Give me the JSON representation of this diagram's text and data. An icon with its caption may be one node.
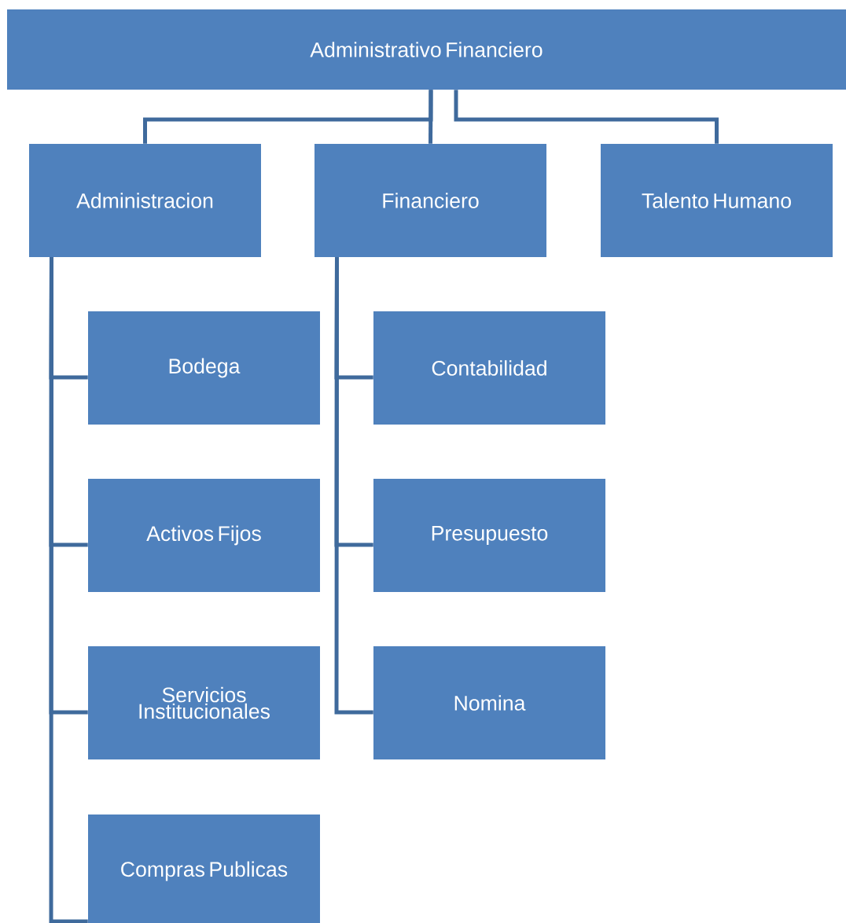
{
  "diagram": {
    "nodes": [
      {
        "text": [
          "Administrativo Financiero"
        ]
      },
      {
        "text": [
          "Administracion"
        ]
      },
      {
        "text": [
          "Financiero"
        ]
      },
      {
        "text": [
          "Talento Humano"
        ]
      },
      {
        "text": [
          "Bodega"
        ]
      },
      {
        "text": [
          "Activos Fijos"
        ]
      },
      {
        "text": [
          "Servicios Institucionales"
        ]
      },
      {
        "text": [
          "Compras Publicas"
        ]
      },
      {
        "text": [
          "Contabilidad"
        ]
      },
      {
        "text": [
          "Presupuesto"
        ]
      },
      {
        "text": [
          "Nomina"
        ]
      }
    ],
    "edges": [
      {
        "from": 0,
        "to": 1,
        "arrow": "none"
      },
      {
        "from": 0,
        "to": 2,
        "arrow": "none"
      },
      {
        "from": 0,
        "to": 3,
        "arrow": "none"
      },
      {
        "from": 1,
        "to": 4,
        "arrow": "none"
      },
      {
        "from": 1,
        "to": 5,
        "arrow": "none"
      },
      {
        "from": 1,
        "to": 6,
        "arrow": "none"
      },
      {
        "from": 1,
        "to": 7,
        "arrow": "none"
      },
      {
        "from": 2,
        "to": 8,
        "arrow": "none"
      },
      {
        "from": 2,
        "to": 9,
        "arrow": "none"
      },
      {
        "from": 2,
        "to": 10,
        "arrow": "none"
      }
    ]
  }
}
